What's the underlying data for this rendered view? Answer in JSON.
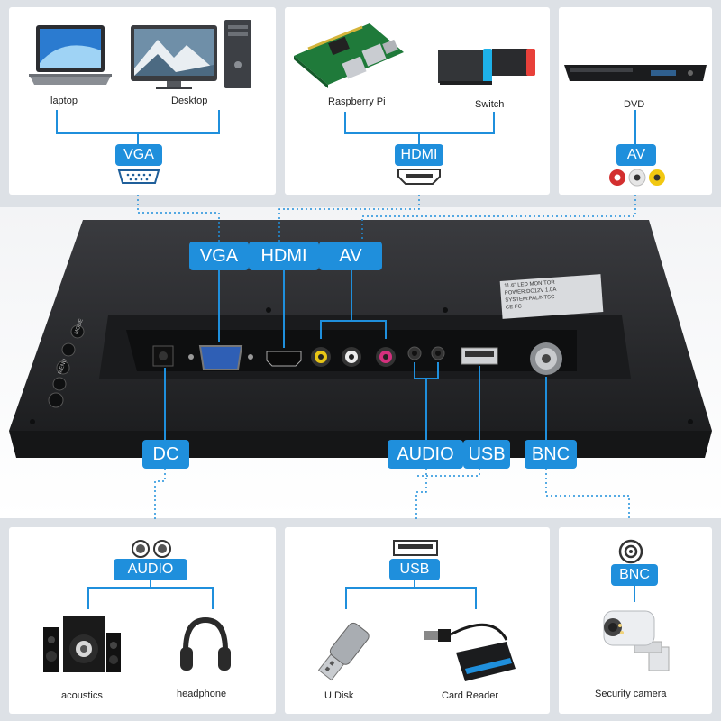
{
  "top_panels": {
    "vga": {
      "badge": "VGA",
      "devices": [
        "laptop",
        "Desktop"
      ]
    },
    "hdmi": {
      "badge": "HDMI",
      "devices": [
        "Raspberry Pi",
        "Switch"
      ]
    },
    "av": {
      "badge": "AV",
      "devices": [
        "DVD"
      ]
    }
  },
  "monitor": {
    "port_labels": [
      "VGA",
      "HDMI",
      "AV",
      "DC",
      "AUDIO",
      "USB",
      "BNC"
    ],
    "side_buttons": [
      "MODE",
      "MENU"
    ],
    "sticker": [
      "11.6\" LED MONITOR",
      "POWER:DC12V  1.0A",
      "SYSTEM:PAL/NTSC",
      "CE  FC"
    ]
  },
  "bottom_panels": {
    "audio": {
      "badge": "AUDIO",
      "devices": [
        "acoustics",
        "headphone"
      ]
    },
    "usb": {
      "badge": "USB",
      "devices": [
        "U Disk",
        "Card Reader"
      ]
    },
    "bnc": {
      "badge": "BNC",
      "devices": [
        "Security camera"
      ]
    }
  },
  "colors": {
    "accent": "#1f8fdc",
    "background": "#d9dde2",
    "card": "#ffffff",
    "monitor": "#2a2b2e"
  }
}
